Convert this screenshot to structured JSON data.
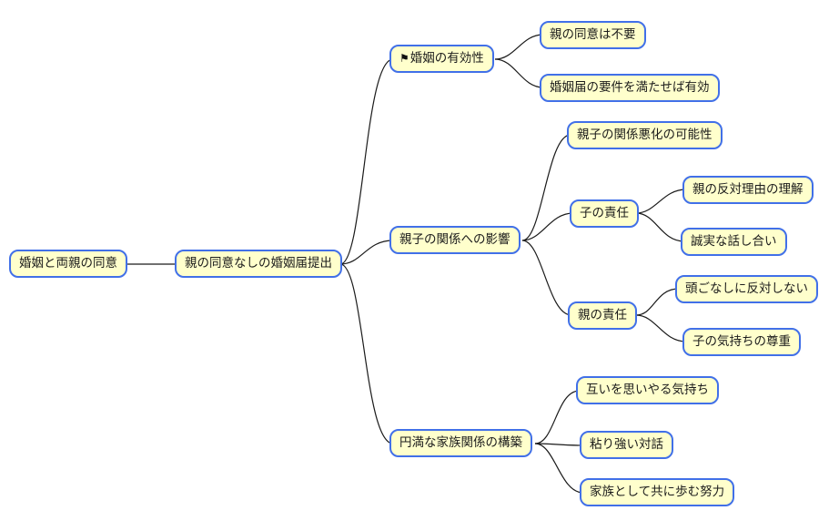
{
  "colors": {
    "node_fill": "#FFFFCC",
    "node_border": "#4170E8",
    "connector": "#1A1A1A",
    "background": "#FFFFFF"
  },
  "icons": {
    "flag": "⚑"
  },
  "mindmap": {
    "root": {
      "label": "婚姻と両親の同意"
    },
    "trunk": {
      "label": "親の同意なしの婚姻届提出"
    },
    "branches": [
      {
        "label": "婚姻の有効性",
        "icon": "flag",
        "children": [
          {
            "label": "親の同意は不要"
          },
          {
            "label": "婚姻届の要件を満たせば有効"
          }
        ]
      },
      {
        "label": "親子の関係への影響",
        "children": [
          {
            "label": "親子の関係悪化の可能性"
          },
          {
            "label": "子の責任",
            "children": [
              {
                "label": "親の反対理由の理解"
              },
              {
                "label": "誠実な話し合い"
              }
            ]
          },
          {
            "label": "親の責任",
            "children": [
              {
                "label": "頭ごなしに反対しない"
              },
              {
                "label": "子の気持ちの尊重"
              }
            ]
          }
        ]
      },
      {
        "label": "円満な家族関係の構築",
        "children": [
          {
            "label": "互いを思いやる気持ち"
          },
          {
            "label": "粘り強い対話"
          },
          {
            "label": "家族として共に歩む努力"
          }
        ]
      }
    ]
  }
}
